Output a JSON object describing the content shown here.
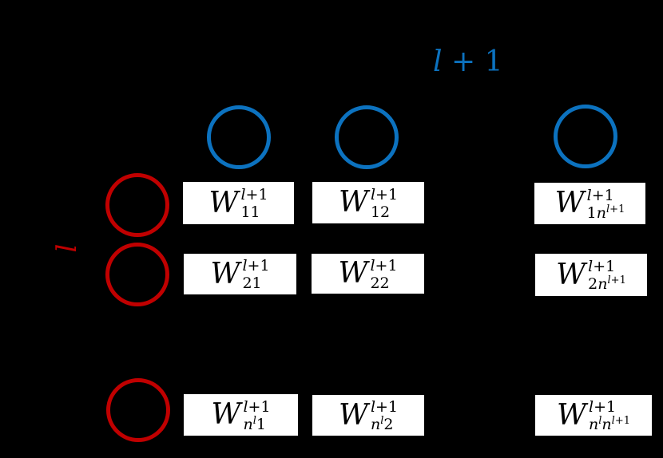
{
  "colors": {
    "background": "#000000",
    "next_layer": "#0C72BF",
    "current_layer": "#C00000",
    "box_bg": "#FFFFFF",
    "box_border": "#000000",
    "box_text": "#000000"
  },
  "labels": {
    "next_layer": {
      "var": "l",
      "rest": " + 1"
    },
    "current_layer": {
      "var": "l"
    }
  },
  "matrix": {
    "base": "W",
    "sup": [
      {
        "v": "l"
      },
      {
        "t": "+1"
      }
    ],
    "cells": [
      {
        "name": "w-11",
        "sub": [
          {
            "t": "11"
          }
        ]
      },
      {
        "name": "w-12",
        "sub": [
          {
            "t": "12"
          }
        ]
      },
      {
        "name": "w-1n",
        "sub": [
          {
            "t": "1"
          },
          {
            "v": "n",
            "sup": [
              {
                "v": "l"
              },
              {
                "t": "+1"
              }
            ]
          }
        ]
      },
      {
        "name": "w-21",
        "sub": [
          {
            "t": "21"
          }
        ]
      },
      {
        "name": "w-22",
        "sub": [
          {
            "t": "22"
          }
        ]
      },
      {
        "name": "w-2n",
        "sub": [
          {
            "t": "2"
          },
          {
            "v": "n",
            "sup": [
              {
                "v": "l"
              },
              {
                "t": "+1"
              }
            ]
          }
        ]
      },
      {
        "name": "w-n1",
        "sub": [
          {
            "v": "n",
            "sup": [
              {
                "v": "l"
              }
            ]
          },
          {
            "t": "1"
          }
        ]
      },
      {
        "name": "w-n2",
        "sub": [
          {
            "v": "n",
            "sup": [
              {
                "v": "l"
              }
            ]
          },
          {
            "t": "2"
          }
        ]
      },
      {
        "name": "w-nn",
        "sub": [
          {
            "v": "n",
            "sup": [
              {
                "v": "l"
              }
            ]
          },
          {
            "v": "n",
            "sup": [
              {
                "v": "l"
              },
              {
                "t": "+1"
              }
            ]
          }
        ]
      }
    ]
  }
}
